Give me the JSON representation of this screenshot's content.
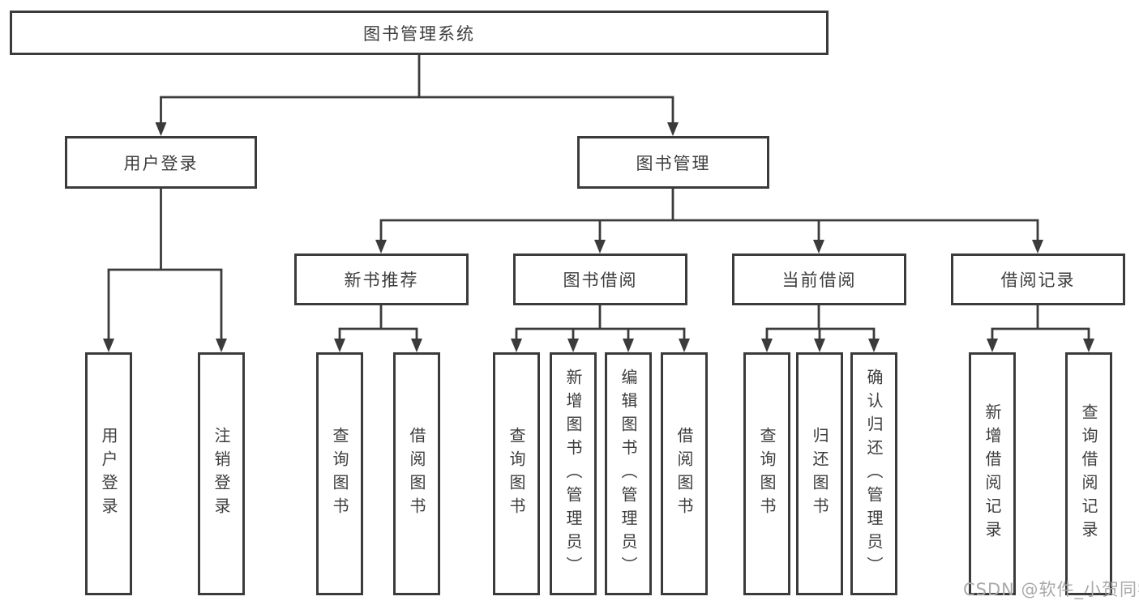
{
  "root_label": "图书管理系统",
  "level2": [
    "用户登录",
    "图书管理"
  ],
  "level3": [
    "新书推荐",
    "图书借阅",
    "当前借阅",
    "借阅记录"
  ],
  "leaves_user_login": [
    "用户登录",
    "注销登录"
  ],
  "leaves_new_book": [
    "查询图书",
    "借阅图书"
  ],
  "leaves_book_borrow": [
    "查询图书",
    "新增图书（管理员）",
    "编辑图书（管理员）",
    "借阅图书"
  ],
  "leaves_current_borrow": [
    "查询图书",
    "归还图书",
    "确认归还（管理员）"
  ],
  "leaves_borrow_records": [
    "新增借阅记录",
    "查询借阅记录"
  ],
  "watermark": "CSDN @软件_小贺同学",
  "colors": {
    "line": "#3b3b3b",
    "border": "#3b3b3b",
    "text": "#3d3d3d",
    "watermark": "#a9a9a9",
    "background": "#ffffff"
  }
}
